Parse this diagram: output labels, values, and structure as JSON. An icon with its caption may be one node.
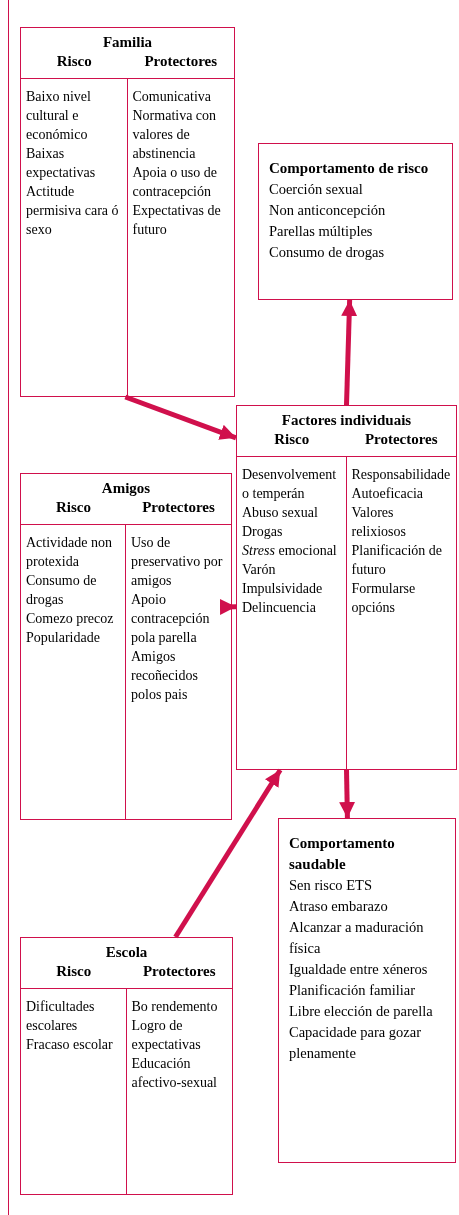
{
  "diagram": {
    "nodes": [
      {
        "text": [
          "Familia"
        ]
      },
      {
        "text": [
          "Risco",
          "Baixo nivel cultural e económico",
          "Baixas expectativas",
          "Actitude permisiva cara ó sexo"
        ],
        "in": 0
      },
      {
        "text": [
          "Protectores",
          "Comunicativa",
          "Normativa con valores de abstinencia",
          "Apoia o uso de contracepción",
          "Expectativas de futuro"
        ],
        "in": 0
      },
      {
        "text": [
          "Comportamento de risco",
          "Coerción sexual",
          "Non anticoncepción",
          "Parellas múltiples",
          "Consumo de drogas"
        ]
      },
      {
        "text": [
          "Factores individuais"
        ]
      },
      {
        "text": [
          "Risco",
          "Desenvolvemento temperán",
          "Abuso sexual",
          "Drogas",
          "*Stress* emocional",
          "Varón",
          "Impulsividade",
          "Delincuencia"
        ],
        "in": 4
      },
      {
        "text": [
          "Protectores",
          "Responsabilidade",
          "Autoeficacia",
          "Valores relixiosos",
          "Planificación de futuro",
          "Formularse opcións"
        ],
        "in": 4
      },
      {
        "text": [
          "Amigos"
        ]
      },
      {
        "text": [
          "Risco",
          "Actividade non protexida",
          "Consumo de drogas",
          "Comezo precoz",
          "Popularidade"
        ],
        "in": 7
      },
      {
        "text": [
          "Protectores",
          "Uso de preservativo por amigos",
          "Apoio contracepción pola parella",
          "Amigos recoñecidos polos pais"
        ],
        "in": 7
      },
      {
        "text": [
          "Comportamento saudable",
          "Sen risco ETS",
          "Atraso embarazo",
          "Alcanzar a maduración física",
          "Igualdade entre xéneros",
          "Planificación familiar",
          "Libre elección de parella",
          "Capacidade para gozar plenamente"
        ]
      },
      {
        "text": [
          "Escola"
        ]
      },
      {
        "text": [
          "Risco",
          "Dificultades escolares",
          "Fracaso escolar"
        ],
        "in": 11
      },
      {
        "text": [
          "Protectores",
          "Bo rendemento",
          "Logro de expectativas",
          "Educación afectivo-sexual"
        ],
        "in": 11
      }
    ],
    "edges": [
      {
        "from": 0,
        "to": 4,
        "arrow": "to"
      },
      {
        "from": 4,
        "to": 3,
        "arrow": "to"
      },
      {
        "from": 7,
        "to": 4,
        "arrow": "to"
      },
      {
        "from": 4,
        "to": 10,
        "arrow": "to"
      },
      {
        "from": 11,
        "to": 4,
        "arrow": "to"
      }
    ]
  }
}
